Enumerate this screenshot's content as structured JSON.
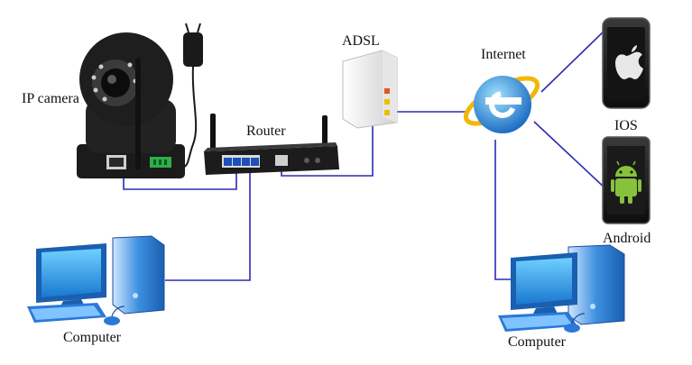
{
  "labels": {
    "ip_camera": "IP camera",
    "router": "Router",
    "adsl": "ADSL",
    "internet": "Internet",
    "ios": "IOS",
    "android": "Android",
    "computer_left": "Computer",
    "computer_right": "Computer"
  },
  "icons": {
    "ip_camera": "ip-camera-icon",
    "power_adapter": "power-adapter-icon",
    "router": "router-icon",
    "adsl_modem": "adsl-modem-icon",
    "internet": "internet-explorer-icon",
    "ios_phone": "apple-iphone-icon",
    "android_phone": "android-phone-icon",
    "computer_left": "desktop-computer-icon",
    "computer_right": "desktop-computer-icon"
  },
  "colors": {
    "connection_line": "#2b2bb3",
    "device_dark": "#1a1a1a",
    "monitor_screen": "#2aa0e8",
    "ie_blue": "#1e88e5",
    "ie_ring": "#f2b705"
  }
}
